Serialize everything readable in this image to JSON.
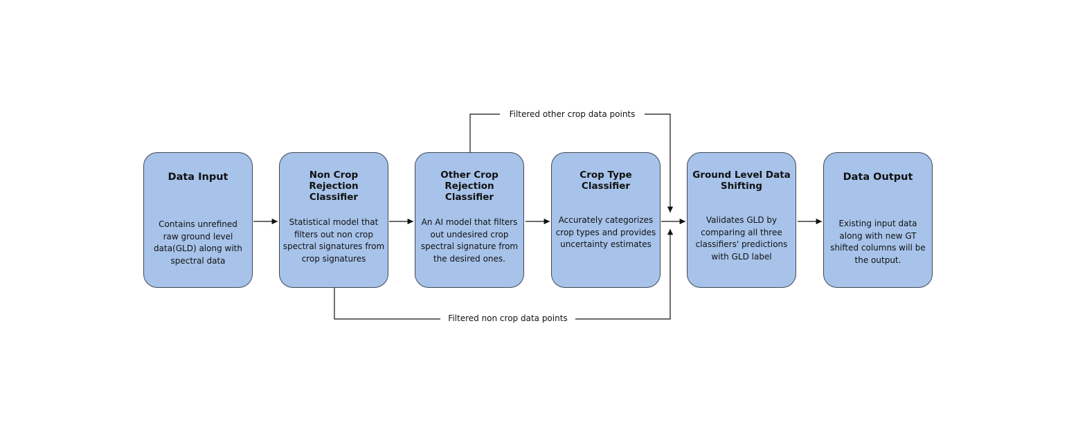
{
  "diagram": {
    "nodes": [
      {
        "title": "Data Input",
        "desc": "Contains unrefined raw ground level data(GLD) along with spectral data"
      },
      {
        "title": "Non Crop Rejection Classifier",
        "desc": "Statistical model that filters out non crop spectral signatures from crop signatures"
      },
      {
        "title": "Other Crop Rejection Classifier",
        "desc": "An AI model that filters out undesired crop spectral signature from the desired ones."
      },
      {
        "title": "Crop Type Classifier",
        "desc": "Accurately categorizes crop types and provides uncertainty estimates"
      },
      {
        "title": "Ground Level Data Shifting",
        "desc": "Validates GLD by comparing all three classifiers' predictions with GLD label"
      },
      {
        "title": "Data Output",
        "desc": "Existing input data along with new GT shifted columns will be the output."
      }
    ],
    "edge_labels": {
      "top": "Filtered other crop data points",
      "bottom": "Filtered non crop data points"
    },
    "colors": {
      "node_fill": "#a7c3ea",
      "node_border": "#3f4650",
      "connector": "#111111"
    }
  }
}
